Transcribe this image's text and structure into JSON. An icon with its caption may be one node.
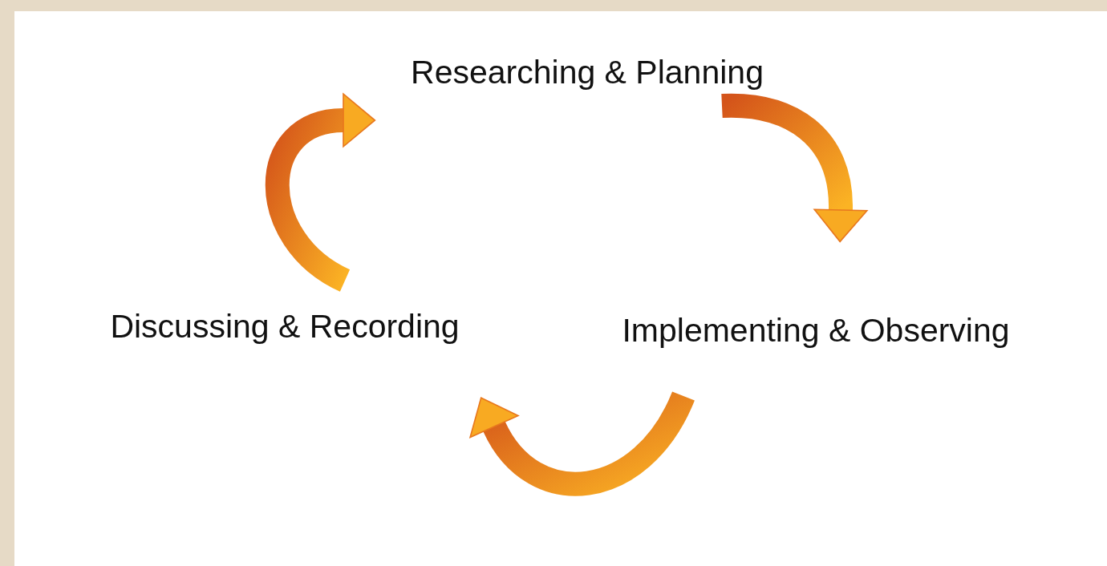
{
  "diagram": {
    "nodes": [
      {
        "text": [
          "Researching & Planning"
        ]
      },
      {
        "text": [
          "Implementing & Observing"
        ]
      },
      {
        "text": [
          "Discussing & Recording"
        ]
      }
    ],
    "edges": [
      {
        "from": 0,
        "to": 1,
        "arrow": "to"
      },
      {
        "from": 1,
        "to": 2,
        "arrow": "to"
      },
      {
        "from": 2,
        "to": 0,
        "arrow": "to"
      }
    ]
  }
}
